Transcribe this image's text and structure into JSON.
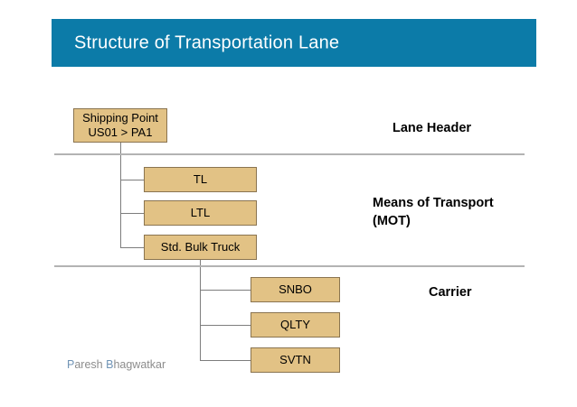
{
  "slide": {
    "title": "Structure of Transportation Lane",
    "title_bar_color": "#0c7ba8",
    "background_color": "#ffffff"
  },
  "diagram": {
    "node_fill_color": "#e2c285",
    "node_border_color": "#8a7450",
    "connector_color": "#7d7d7d",
    "divider_color": "#b3b3b3",
    "root": {
      "line1": "Shipping Point",
      "line2": "US01 > PA1"
    },
    "mot_nodes": [
      {
        "label": "TL"
      },
      {
        "label": "LTL"
      },
      {
        "label": "Std. Bulk Truck"
      }
    ],
    "carrier_nodes": [
      {
        "label": "SNBO"
      },
      {
        "label": "QLTY"
      },
      {
        "label": "SVTN"
      }
    ]
  },
  "section_labels": {
    "lane_header": "Lane Header",
    "means_of_transport": "Means of Transport\n(MOT)",
    "carrier": "Carrier"
  },
  "watermark": {
    "initial_first": "P",
    "rest_first": "aresh ",
    "initial_last": "B",
    "rest_last": "hagwatkar",
    "accent_color": "#6f93b5",
    "text_color": "#8c8c8c"
  }
}
